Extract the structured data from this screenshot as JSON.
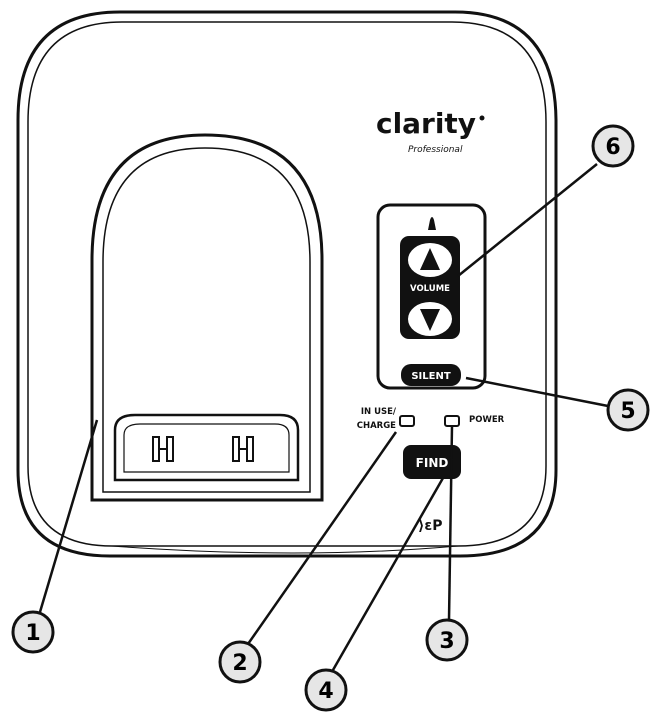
{
  "brand": {
    "name": "clarity",
    "sub": "Professional"
  },
  "buttons": {
    "volume": "VOLUME",
    "silent": "SILENT",
    "find": "FIND"
  },
  "indicators": {
    "in_use_line1": "IN USE/",
    "in_use_line2": "CHARGE",
    "power": "POWER"
  },
  "icons": {
    "ringer": "bell-icon",
    "up": "triangle-up-icon",
    "down": "triangle-down-icon"
  },
  "callouts": [
    "1",
    "2",
    "3",
    "4",
    "5",
    "6"
  ],
  "colors": {
    "ink": "#111111",
    "callout_fill": "#e6e6e6"
  }
}
